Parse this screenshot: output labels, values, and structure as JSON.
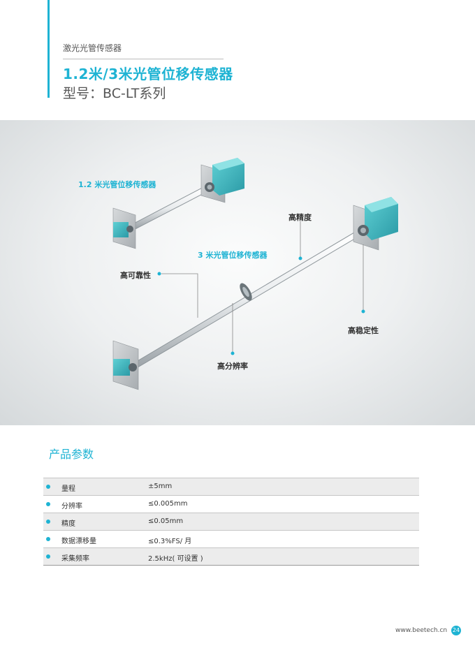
{
  "header": {
    "category": "激光光管传感器",
    "title": "1.2米/3米光管位移传感器",
    "subtitle": "型号：BC-LT系列"
  },
  "hero": {
    "label_short": "1.2 米光管位移传感器",
    "label_long": "3 米光管位移传感器",
    "features": {
      "precision": "高精度",
      "reliability": "高可靠性",
      "stability": "高稳定性",
      "resolution": "高分辨率"
    },
    "accent_color": "#1eb3d3"
  },
  "specs": {
    "title": "产品参数",
    "rows": [
      {
        "label": "量程",
        "value": "±5mm"
      },
      {
        "label": "分辨率",
        "value": "≤0.005mm"
      },
      {
        "label": "精度",
        "value": "≤0.05mm"
      },
      {
        "label": "数据漂移量",
        "value": "≤0.3%FS/ 月"
      },
      {
        "label": "采集频率",
        "value": "2.5kHz( 可设置 )"
      }
    ]
  },
  "footer": {
    "url": "www.beetech.cn",
    "page": "24"
  }
}
